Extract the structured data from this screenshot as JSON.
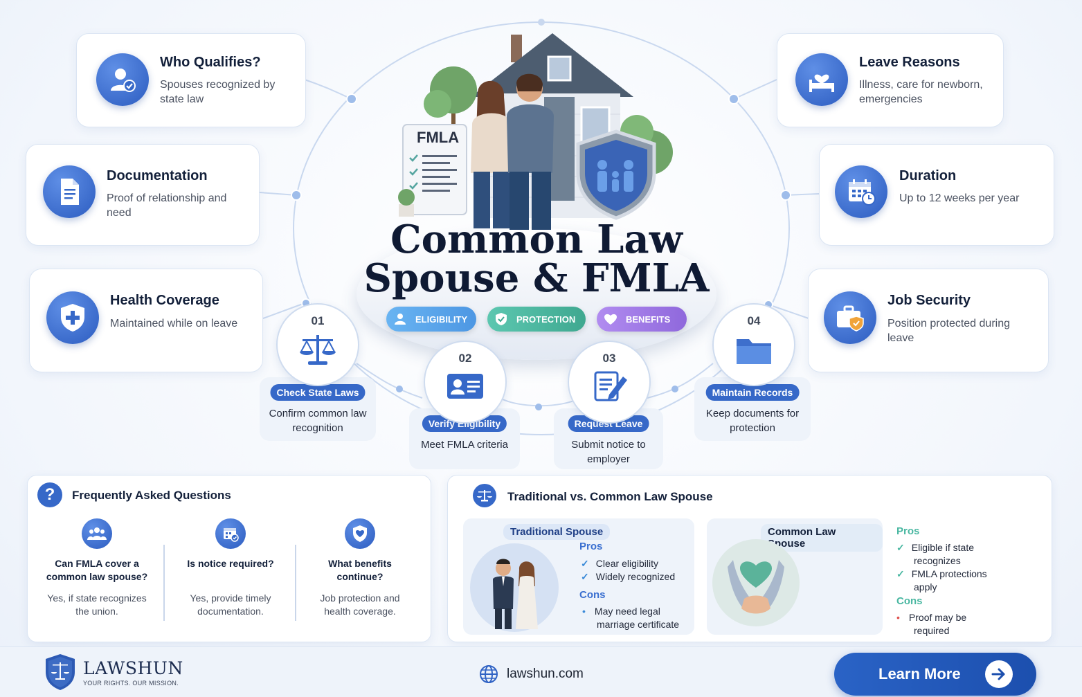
{
  "center": {
    "title_line1": "Common Law",
    "title_line2": "Spouse & FMLA",
    "fmla_board_label": "FMLA",
    "tags": [
      {
        "label": "ELIGIBILITY",
        "color": "#5aa6ee"
      },
      {
        "label": "PROTECTION",
        "color": "#49b7a1"
      },
      {
        "label": "BENEFITS",
        "color": "#a07ae6"
      }
    ]
  },
  "left_cards": [
    {
      "title": "Who Qualifies?",
      "desc": "Spouses recognized by state law",
      "icon": "person-check-icon"
    },
    {
      "title": "Documentation",
      "desc": "Proof of relationship and need",
      "icon": "document-icon"
    },
    {
      "title": "Health Coverage",
      "desc": "Maintained while on leave",
      "icon": "shield-plus-icon"
    }
  ],
  "right_cards": [
    {
      "title": "Leave Reasons",
      "desc": "Illness, care for newborn, emergencies",
      "icon": "bed-heart-icon"
    },
    {
      "title": "Duration",
      "desc": "Up to 12 weeks per year",
      "icon": "calendar-clock-icon"
    },
    {
      "title": "Job Security",
      "desc": "Position protected during leave",
      "icon": "briefcase-shield-icon"
    }
  ],
  "steps": [
    {
      "num": "01",
      "label": "Check State Laws",
      "desc": "Confirm common law recognition",
      "icon": "scales-icon"
    },
    {
      "num": "02",
      "label": "Verify Eligibility",
      "desc": "Meet FMLA criteria",
      "icon": "id-card-icon"
    },
    {
      "num": "03",
      "label": "Request Leave",
      "desc": "Submit notice to employer",
      "icon": "form-pen-icon"
    },
    {
      "num": "04",
      "label": "Maintain Records",
      "desc": "Keep documents for protection",
      "icon": "folder-icon"
    }
  ],
  "faq": {
    "title": "Frequently Asked Questions",
    "items": [
      {
        "q": "Can FMLA cover a common law spouse?",
        "a": "Yes, if state recognizes the union.",
        "icon": "people-icon"
      },
      {
        "q": "Is notice required?",
        "a": "Yes, provide timely documentation.",
        "icon": "calendar-check-icon"
      },
      {
        "q": "What benefits continue?",
        "a": "Job protection and health coverage.",
        "icon": "heart-shield-icon"
      }
    ]
  },
  "comparison": {
    "title": "Traditional vs. Common Law Spouse",
    "traditional": {
      "label": "Traditional Spouse",
      "pros_label": "Pros",
      "pros": [
        "Clear eligibility",
        "Widely recognized"
      ],
      "cons_label": "Cons",
      "cons": [
        "May need legal",
        "marriage certificate"
      ]
    },
    "common_law": {
      "label": "Common Law Spouse",
      "pros_label": "Pros",
      "pros": [
        "Eligible if state",
        "recognizes",
        "FMLA protections",
        "apply"
      ],
      "cons_label": "Cons",
      "cons": [
        "Proof may be",
        "required"
      ]
    }
  },
  "footer": {
    "brand": "LAWSHUN",
    "tagline": "YOUR RIGHTS. OUR MISSION.",
    "website": "lawshun.com",
    "cta": "Learn More"
  },
  "colors": {
    "primary": "#2f62c4",
    "accent_green": "#49b7a1",
    "accent_purple": "#a07ae6",
    "cta_bg": "#1f56b8",
    "navy": "#13203a"
  }
}
